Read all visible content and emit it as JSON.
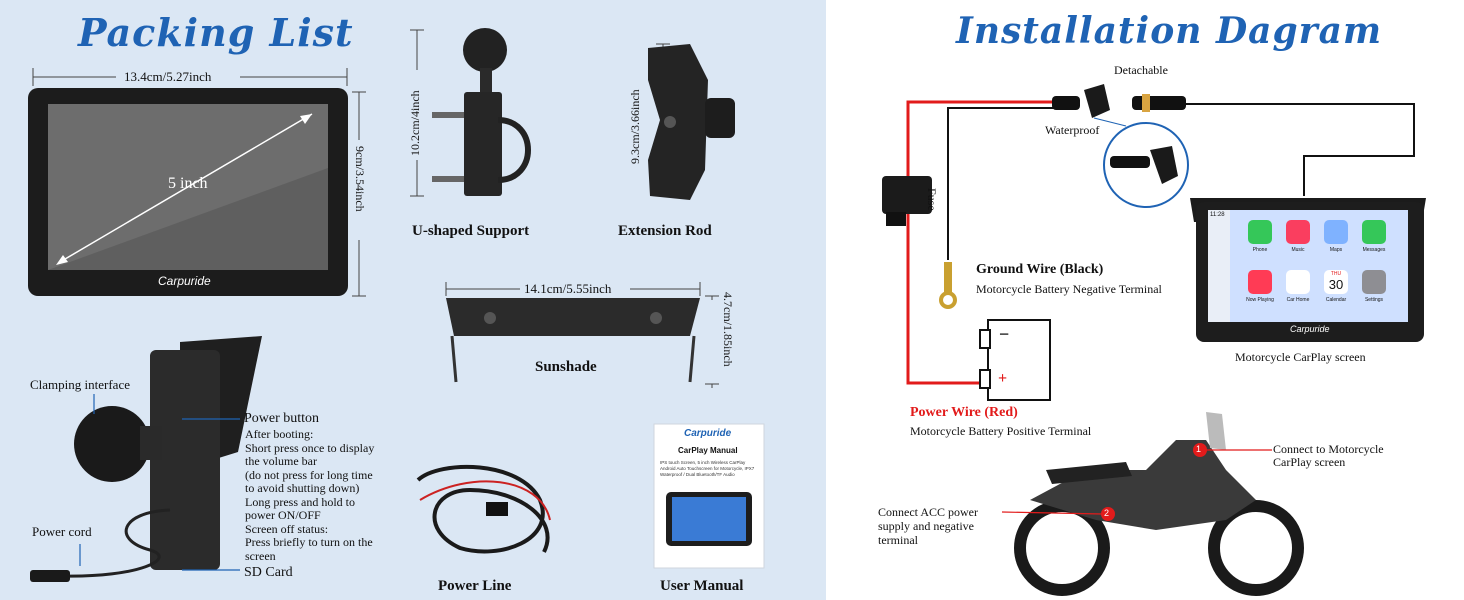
{
  "packing": {
    "title": "Packing List",
    "screen": {
      "width_dim": "13.4cm/5.27inch",
      "height_dim": "9cm/3.54inch",
      "diagonal": "5 inch",
      "brand": "Carpuride"
    },
    "u_support": {
      "dim": "10.2cm/4inch",
      "label": "U-shaped Support"
    },
    "extension_rod": {
      "dim": "9.3cm/3.66inch",
      "label": "Extension Rod"
    },
    "sunshade": {
      "width_dim": "14.1cm/5.55inch",
      "height_dim": "4.7cm/1.85inch",
      "label": "Sunshade"
    },
    "side": {
      "clamping": "Clamping interface",
      "power_cord": "Power cord",
      "power_button": "Power button",
      "pb_lines": [
        "After booting:",
        "Short press once to display",
        "the volume bar",
        "(do not press for long time",
        "to avoid shutting down)",
        "Long press and hold to",
        "power ON/OFF",
        "Screen off status:",
        "Press briefly to turn on the",
        "screen"
      ],
      "sd_card": "SD Card"
    },
    "power_line": "Power Line",
    "manual": {
      "brand": "Carpuride",
      "title": "CarPlay Manual",
      "subtitle": "IPS touch Screen, 5 inch Wireless CarPlay Android Auto Touchscreen for Motorcycle, IPX7 Waterproof / Dual Bluetooth/TF Audio",
      "label": "User Manual"
    }
  },
  "install": {
    "title": "Installation Dagram",
    "detachable": "Detachable",
    "waterproof": "Waterproof",
    "fuse": "Fuse",
    "ground_title": "Ground Wire (Black)",
    "ground_sub": "Motorcycle Battery Negative Terminal",
    "minus": "−",
    "plus": "+",
    "power_title": "Power Wire (Red)",
    "power_sub": "Motorcycle Battery Positive Terminal",
    "screen_caption": "Motorcycle CarPlay screen",
    "screen": {
      "time": "11:28",
      "apps": [
        "Phone",
        "Music",
        "Maps",
        "Messages",
        "Now Playing",
        "Car Home",
        "Calendar",
        "Settings"
      ],
      "cal_day": "THU",
      "cal_num": "30",
      "brand": "Carpuride"
    },
    "connect_screen": [
      "Connect to Motorcycle",
      "CarPlay screen"
    ],
    "connect_acc": [
      "Connect ACC power",
      "supply and negative",
      "terminal"
    ],
    "marker1": "1",
    "marker2": "2"
  }
}
